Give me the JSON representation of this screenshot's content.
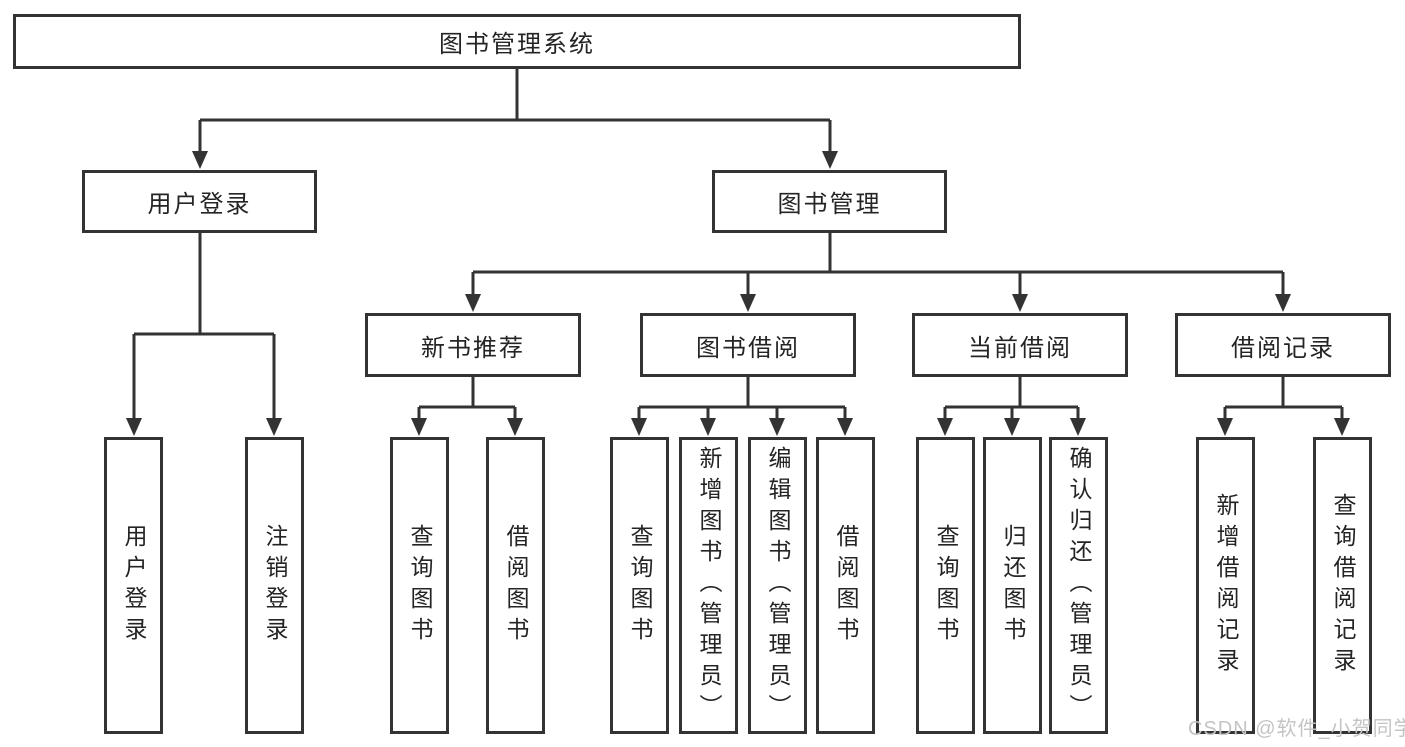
{
  "tree": {
    "root": "图书管理系统",
    "children": [
      {
        "label": "用户登录",
        "children": [
          {
            "label": "用户登录"
          },
          {
            "label": "注销登录"
          }
        ]
      },
      {
        "label": "图书管理",
        "children": [
          {
            "label": "新书推荐",
            "children": [
              {
                "label": "查询图书"
              },
              {
                "label": "借阅图书"
              }
            ]
          },
          {
            "label": "图书借阅",
            "children": [
              {
                "label": "查询图书"
              },
              {
                "label": "新增图书（管理员）"
              },
              {
                "label": "编辑图书（管理员）"
              },
              {
                "label": "借阅图书"
              }
            ]
          },
          {
            "label": "当前借阅",
            "children": [
              {
                "label": "查询图书"
              },
              {
                "label": "归还图书"
              },
              {
                "label": "确认归还（管理员）"
              }
            ]
          },
          {
            "label": "借阅记录",
            "children": [
              {
                "label": "新增借阅记录"
              },
              {
                "label": "查询借阅记录"
              }
            ]
          }
        ]
      }
    ]
  },
  "watermark": "CSDN @软件_小贺同学",
  "colors": {
    "background": "#ffffff",
    "line": "#333333",
    "border": "#333333",
    "text": "#242424",
    "watermark": "#c4c4c4"
  }
}
